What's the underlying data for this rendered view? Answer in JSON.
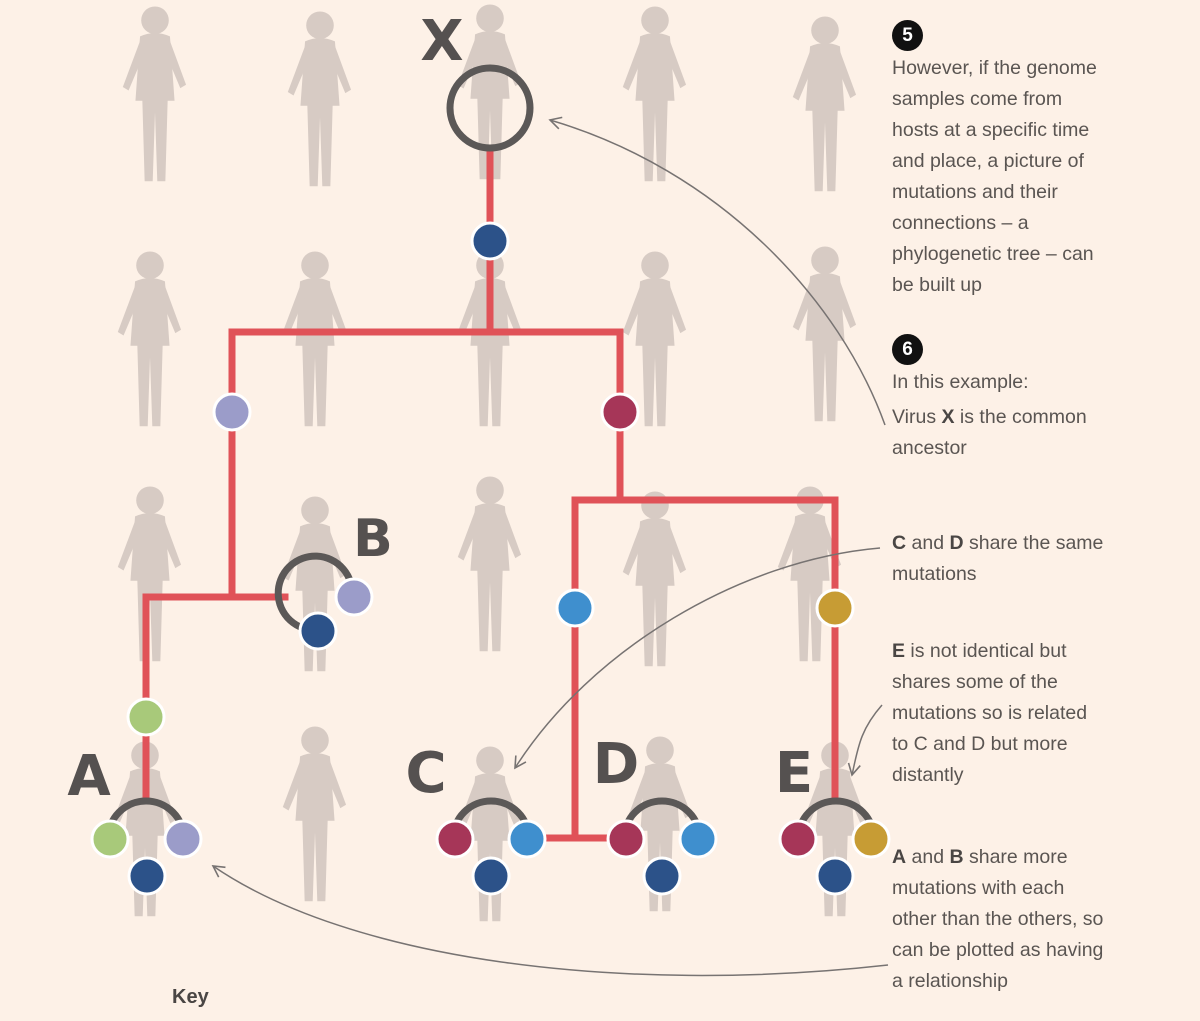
{
  "colors": {
    "background": "#fdf1e7",
    "branch": "#e05258",
    "ring": "#5b5857",
    "silhouette": "#d7cbc4",
    "arrow": "#777372",
    "mutation_navy": "#2c5289",
    "mutation_lavender": "#9b9cc9",
    "mutation_crimson": "#a63658",
    "mutation_green": "#a8c97a",
    "mutation_skyblue": "#3f8fce",
    "mutation_gold": "#c79c34"
  },
  "tree": {
    "labels": {
      "x": "X",
      "a": "A",
      "b": "B",
      "c": "C",
      "d": "D",
      "e": "E"
    }
  },
  "annotations": {
    "step5": {
      "number": "5",
      "lines": [
        "However, if the genome",
        "samples come from",
        "hosts at a specific time",
        "and place, a picture of",
        "mutations and their",
        "connections – a",
        "phylogenetic tree – can",
        "be built up"
      ]
    },
    "step6": {
      "number": "6",
      "intro": "In this example:",
      "line1_pre": "Virus ",
      "line1_bold": "X",
      "line1_post": " is the common",
      "line2": "ancestor"
    },
    "cd": {
      "bold1": "C",
      "mid": " and ",
      "bold2": "D",
      "post": " share the same",
      "line2": "mutations"
    },
    "e": {
      "bold": "E",
      "post": " is not identical but",
      "lines": [
        "shares some of the",
        "mutations so is related",
        "to C and D but more",
        "distantly"
      ]
    },
    "ab": {
      "bold1": "A",
      "mid": " and ",
      "bold2": "B",
      "post": " share more",
      "lines": [
        "mutations with each",
        "other than the others, so",
        "can be plotted as having",
        "a relationship"
      ]
    }
  },
  "key_label": "Key"
}
